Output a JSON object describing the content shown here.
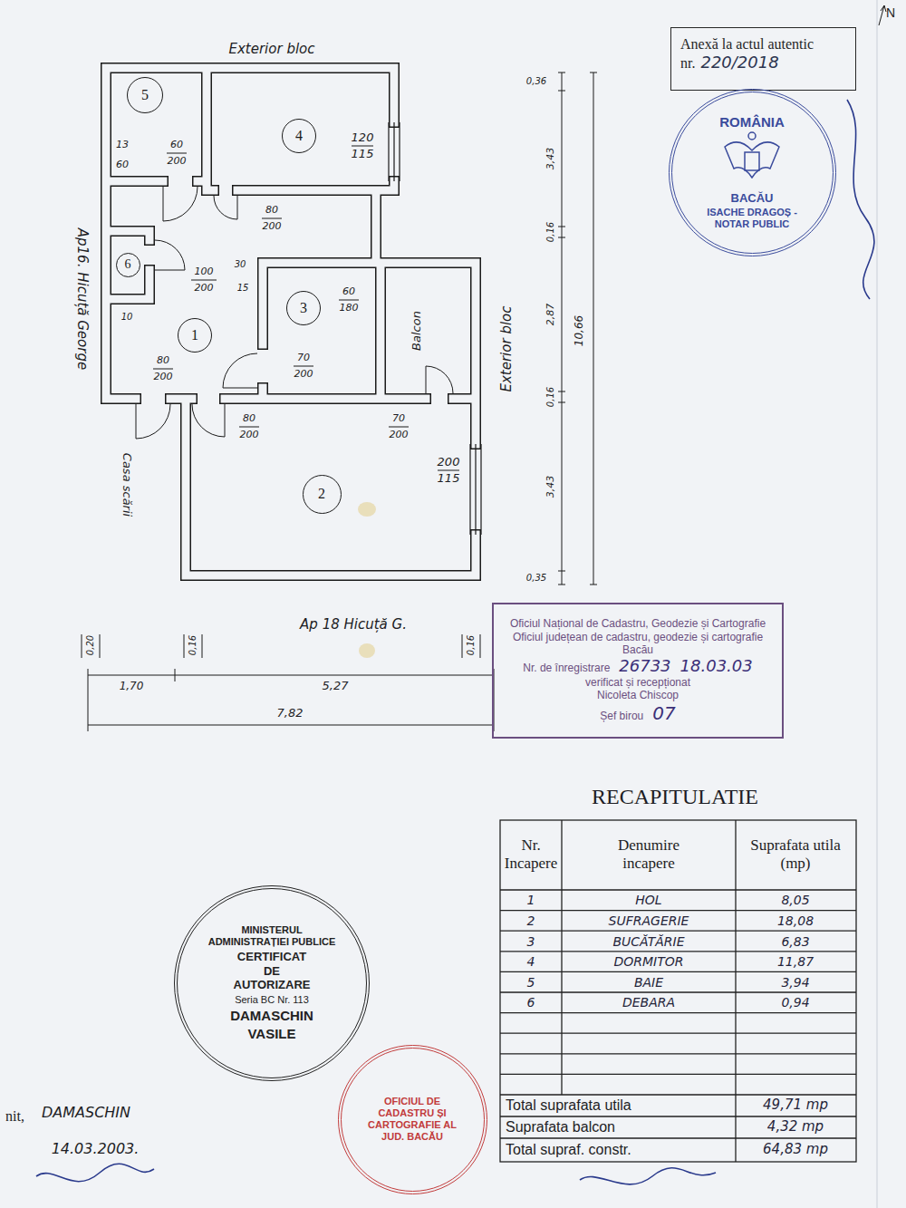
{
  "diagram": {
    "nodes": [
      {
        "text": [
          "Anexă la actul autentic nr.",
          "220/2018"
        ]
      },
      {
        "text": [
          "ROMÂNIA",
          "BACĂU",
          "ISACHE DRAGOȘ - NOTAR PUBLIC"
        ]
      },
      {
        "text": [
          "5"
        ]
      },
      {
        "text": [
          "4"
        ]
      },
      {
        "text": [
          "6"
        ]
      },
      {
        "text": [
          "1"
        ]
      },
      {
        "text": [
          "3"
        ]
      },
      {
        "text": [
          "2"
        ]
      },
      {
        "text": [
          "Oficiul Național de Cadastru, Geodezie și Cartografie",
          "Oficiul județean de cadastru, geodezie și cartografie Bacău",
          "Nr. de înregistrare",
          "26733",
          "18.03.03",
          "verificat și recepționat",
          "Nicoleta Chiscop",
          "Șef birou",
          "07"
        ]
      },
      {
        "text": [
          "MINISTERUL ADMINISTRAȚIEI PUBLICE",
          "CERTIFICAT DE AUTORIZARE",
          "Seria BC Nr. 113",
          "DAMASCHIN",
          "VASILE"
        ]
      },
      {
        "text": [
          "OFICIUL DE CADASTRU ȘI CARTOGRAFIE AL JUD. BACĂU"
        ]
      }
    ],
    "labels": [
      "N",
      "Exterior bloc",
      "Ap16. Hicuță George",
      "Exterior bloc",
      "Casa scării",
      "13",
      "60",
      "60",
      "200",
      "120",
      "115",
      "80",
      "200",
      "100",
      "200",
      "30",
      "15",
      "10",
      "80",
      "200",
      "60",
      "180",
      "70",
      "200",
      "Balcon",
      "80",
      "200",
      "70",
      "200",
      "200",
      "115",
      "0,36",
      "3,43",
      "0,16",
      "2,87",
      "0,16",
      "3,43",
      "0,35",
      "10,66",
      "Ap 18 Hicuță G.",
      "0,20",
      "0,16",
      "0,16",
      "1,70",
      "5,27",
      "7,82",
      "RECAPITULATIE",
      "Nr. Incapere",
      "Denumire incapere",
      "Suprafata utila (mp)",
      "1",
      "HOL",
      "8,05",
      "2",
      "SUFRAGERIE",
      "18,08",
      "3",
      "BUCĂTĂRIE",
      "6,83",
      "4",
      "DORMITOR",
      "11,87",
      "5",
      "BAIE",
      "3,94",
      "6",
      "DEBARA",
      "0,94",
      "Total suprafata utila",
      "49,71 mp",
      "Suprafata balcon",
      "4,32 mp",
      "Total supraf. constr.",
      "64,83 mp",
      "nit,",
      "DAMASCHIN",
      "14.03.2003."
    ]
  }
}
